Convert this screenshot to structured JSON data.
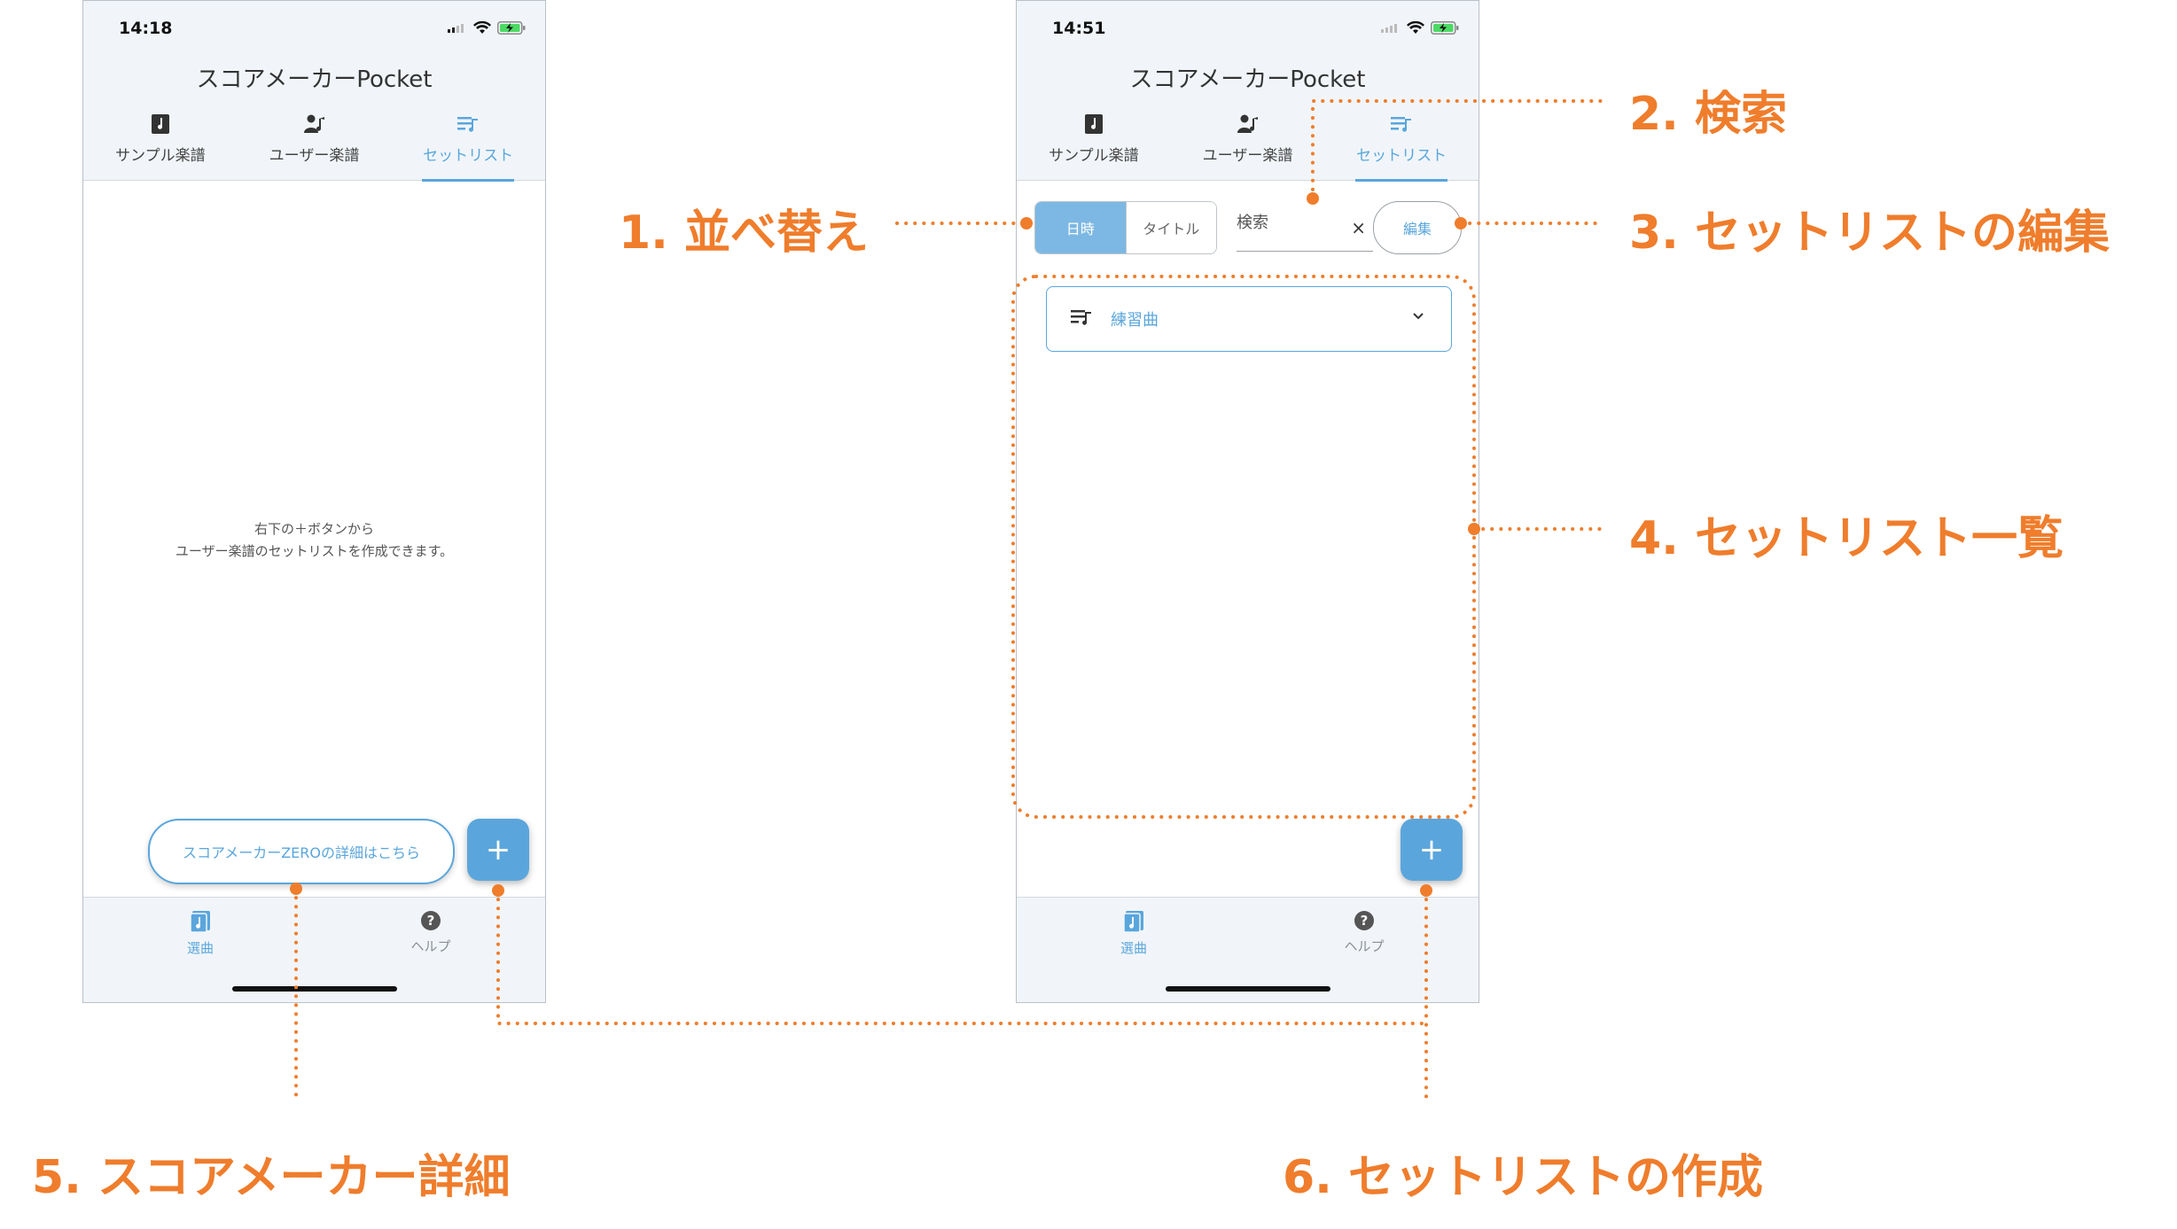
{
  "phone1": {
    "status": {
      "time": "14:18"
    },
    "title": "スコアメーカーPocket",
    "tabs": [
      {
        "label": "サンプル楽譜",
        "icon": "score-icon"
      },
      {
        "label": "ユーザー楽譜",
        "icon": "user-score-icon"
      },
      {
        "label": "セットリスト",
        "icon": "setlist-icon",
        "active": true
      }
    ],
    "empty_message": [
      "右下の＋ボタンから",
      "ユーザー楽譜のセットリストを作成できます。"
    ],
    "zero_button": "スコアメーカーZEROの詳細はこちら",
    "fab": "+",
    "footer": [
      {
        "label": "選曲",
        "icon": "select-song-icon",
        "active": true
      },
      {
        "label": "ヘルプ",
        "icon": "help-icon"
      }
    ]
  },
  "phone2": {
    "status": {
      "time": "14:51"
    },
    "title": "スコアメーカーPocket",
    "tabs": [
      {
        "label": "サンプル楽譜",
        "icon": "score-icon"
      },
      {
        "label": "ユーザー楽譜",
        "icon": "user-score-icon"
      },
      {
        "label": "セットリスト",
        "icon": "setlist-icon",
        "active": true
      }
    ],
    "sort": {
      "options": [
        "日時",
        "タイトル"
      ],
      "selected": "日時"
    },
    "search": {
      "value": "検索",
      "clear": "×"
    },
    "edit_button": "編集",
    "setlists": [
      {
        "name": "練習曲"
      }
    ],
    "fab": "+",
    "footer": [
      {
        "label": "選曲",
        "icon": "select-song-icon",
        "active": true
      },
      {
        "label": "ヘルプ",
        "icon": "help-icon"
      }
    ]
  },
  "annotations": {
    "a1": "1. 並べ替え",
    "a2": "2. 検索",
    "a3": "3. セットリストの編集",
    "a4": "4. セットリスト一覧",
    "a5": "5. スコアメーカー詳細",
    "a6": "6. セットリストの作成"
  },
  "colors": {
    "accent": "#5aa6dc",
    "annotation": "#ef7d2c",
    "header_bg": "#f1f5f9"
  }
}
